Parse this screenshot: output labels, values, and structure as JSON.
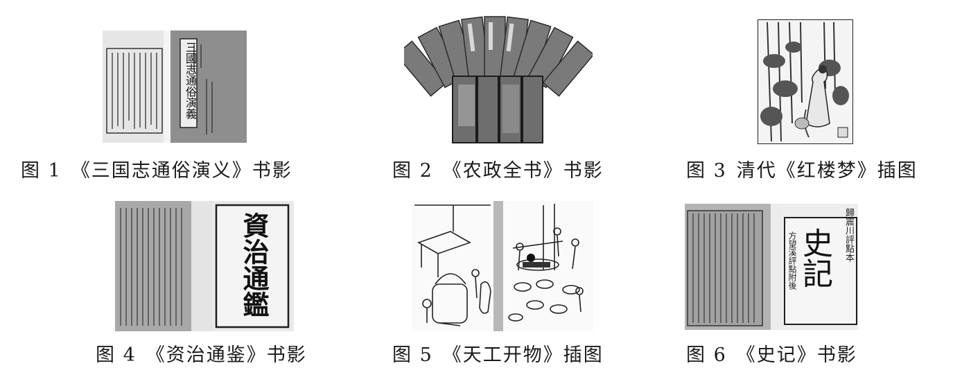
{
  "figures": [
    {
      "id": "fig1",
      "label": "图 1",
      "caption": "《三国志通俗演义》书影",
      "cover_title": "三國志通俗演義"
    },
    {
      "id": "fig2",
      "label": "图 2",
      "caption": "《农政全书》书影"
    },
    {
      "id": "fig3",
      "label": "图 3",
      "caption": "清代《红楼梦》插图"
    },
    {
      "id": "fig4",
      "label": "图 4",
      "caption": "《资治通鉴》书影",
      "cover_title": "資治通鑑"
    },
    {
      "id": "fig5",
      "label": "图 5",
      "caption": "《天工开物》插图"
    },
    {
      "id": "fig6",
      "label": "图 6",
      "caption": "《史记》书影",
      "cover_title": "史記",
      "cover_side_text": [
        "歸震川評點本",
        "方望溪評點附後"
      ]
    }
  ]
}
